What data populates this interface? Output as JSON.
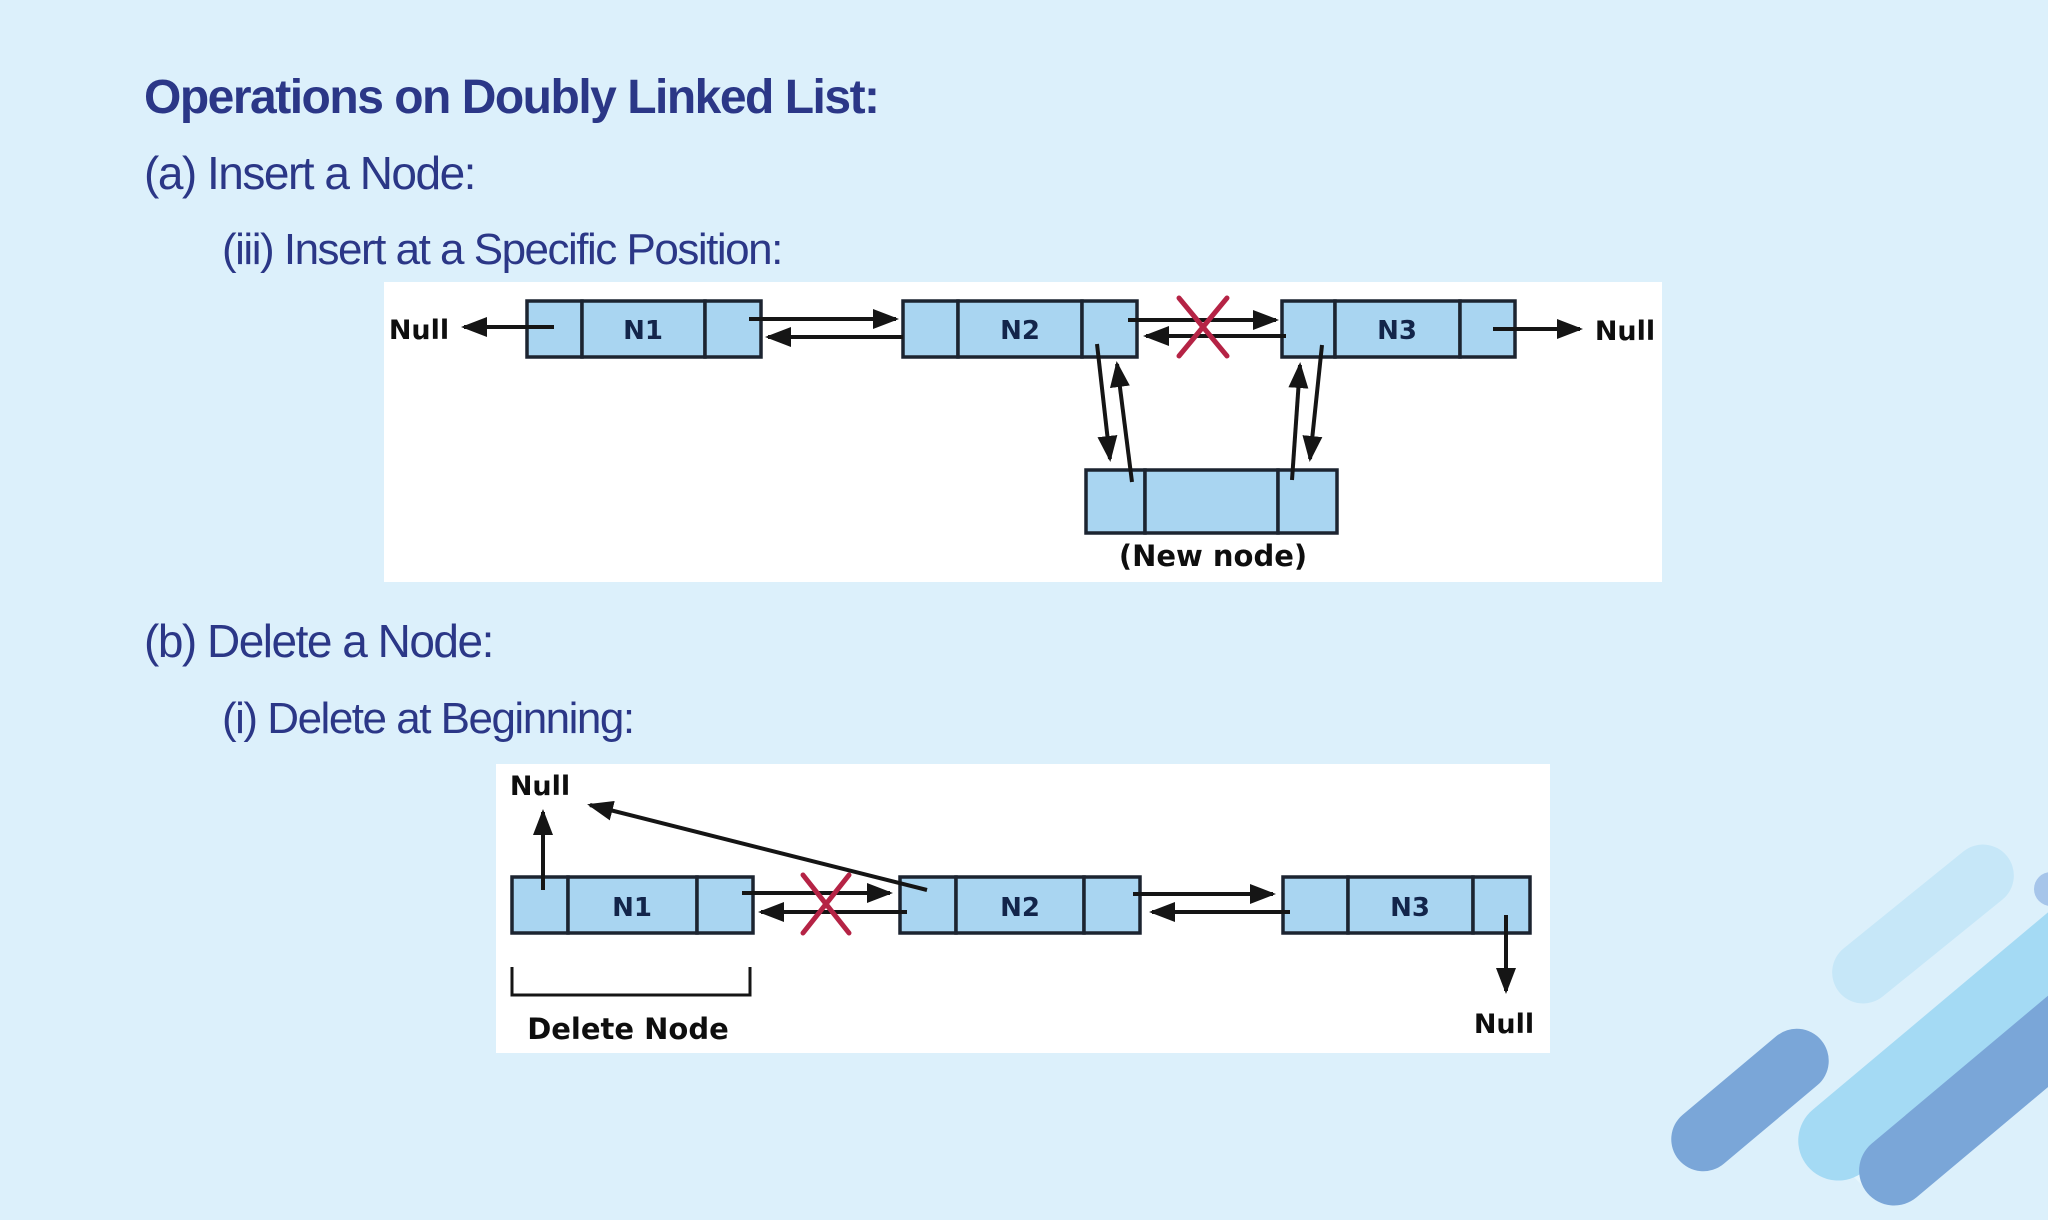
{
  "slide": {
    "title": "Operations on Doubly Linked List:",
    "line_a": "(a) Insert a Node:",
    "line_a_iii": "(iii) Insert at a Specific Position:",
    "line_b": "(b) Delete a Node:",
    "line_b_i": "(i) Delete at Beginning:"
  },
  "insert_diagram": {
    "null_left": "Null",
    "null_right": "Null",
    "node1": "N1",
    "node2": "N2",
    "node3": "N3",
    "new_node_caption": "(New node)"
  },
  "delete_diagram": {
    "null_top": "Null",
    "null_bottom": "Null",
    "node1": "N1",
    "node2": "N2",
    "node3": "N3",
    "delete_caption": "Delete Node"
  },
  "colors": {
    "background": "#dcf0fb",
    "heading_text": "#2b3787",
    "panel_background": "#ffffff",
    "node_fill": "#a9d5f1",
    "node_border": "#1c2430",
    "node_label_text": "#13254a",
    "diagram_text": "#0e0e0e",
    "arrow": "#151515",
    "broken_link_x": "#b52345",
    "decor_pale": "#c6e7f8",
    "decor_cyan": "#a4daf4",
    "decor_steel": "#7aa6d8",
    "decor_faint": "#e6f6fd",
    "decor_circle": "#a6c5ea"
  }
}
